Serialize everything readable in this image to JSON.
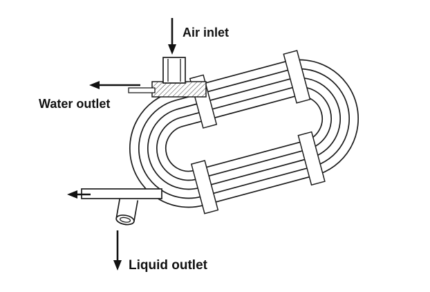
{
  "diagram": {
    "labels": {
      "air_inlet": "Air inlet",
      "water_outlet": "Water outlet",
      "liquid_outlet": "Liquid outlet"
    },
    "colors": {
      "line": "#1a1a1a",
      "background": "#ffffff",
      "text": "#111111"
    },
    "icons": {
      "air_inlet_arrow": "arrow-down-icon",
      "water_outlet_arrow": "arrow-left-icon",
      "outlet_flow_arrow": "arrow-left-icon",
      "liquid_outlet_arrow": "arrow-down-icon"
    }
  }
}
